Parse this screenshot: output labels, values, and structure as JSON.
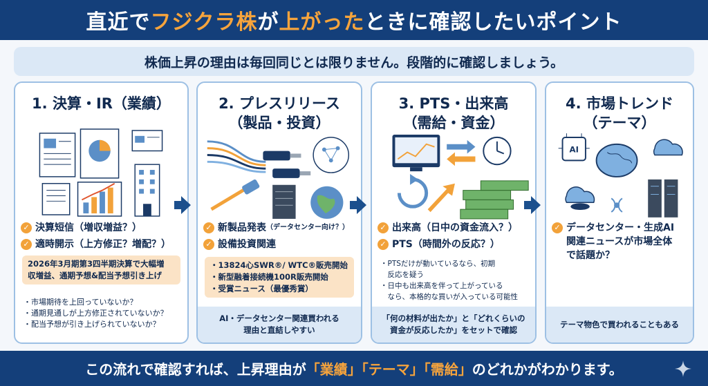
{
  "header": {
    "title_pre": "直近で",
    "title_hl1": "フジクラ株",
    "title_mid": "が",
    "title_hl2": "上がった",
    "title_post": "ときに確認したいポイント"
  },
  "subtitle": "株価上昇の理由は毎回同じとは限りません。段階的に確認しましょう。",
  "cards": [
    {
      "title": "1. 決算・IR（業績）",
      "checks": [
        "決算短信（増収増益？）",
        "適時開示（上方修正？増配？）"
      ],
      "note": [
        "2026年3月期第3四半期決算で大幅増",
        "収増益、通期予想&配当予想引き上げ"
      ],
      "bullets": [
        "・市場期待を上回っていないか？",
        "・通期見通しが上方修正されていないか？",
        "・配当予想が引き上げられていないか？"
      ]
    },
    {
      "title": "2. プレスリリース",
      "title2": "（製品・投資）",
      "check1_main": "新製品発表",
      "check1_small": "（データセンター向け？）",
      "check2": "設備投資関連",
      "note": [
        "・13824心SWR®/ WTC®販売開始",
        "・新型融着接続機100R販売開始",
        "・受賞ニュース（最優秀賞）"
      ],
      "footer": [
        "AI・データセンター関連買われる",
        "理由と直結しやすい"
      ]
    },
    {
      "title": "3. PTS・出来高",
      "title2": "（需給・資金）",
      "checks": [
        "出来高（日中の資金流入？）",
        "PTS（時間外の反応？）"
      ],
      "bullets": [
        "・PTSだけが動いているなら、初期",
        "　反応を疑う",
        "・日中も出来高を伴って上がっている",
        "　なら、本格的な買いが入っている可能性"
      ],
      "footer": [
        "「何の材料が出たか」と「どれくらいの",
        "資金が反応したか」をセットで確認"
      ]
    },
    {
      "title": "4. 市場トレンド",
      "title2": "（テーマ）",
      "check_lines": [
        "データセンター・生成AI",
        "関連ニュースが市場全体",
        "で話題か？"
      ],
      "footer": [
        "テーマ物色で買われることもある"
      ]
    }
  ],
  "bottom": {
    "pre": "この流れで確認すれば、上昇理由が",
    "kw1": "「業績」",
    "kw2": "「テーマ」",
    "kw3": "「需給」",
    "post": "のどれかがわかります。"
  },
  "icons": {
    "check": "check-circle-icon",
    "arrow": "right-arrow-icon",
    "sparkle": "sparkle-icon"
  },
  "colors": {
    "navy": "#143f7a",
    "accent": "#f7a43c",
    "light_blue": "#dbe8f6",
    "note_peach": "#fbe3c6"
  }
}
